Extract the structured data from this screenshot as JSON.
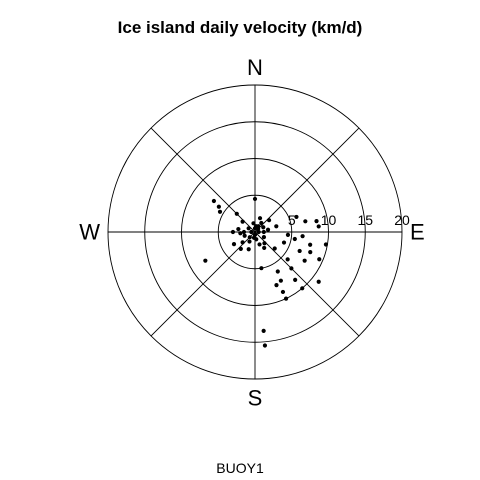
{
  "chart_data": {
    "type": "scatter",
    "title": "Ice island daily velocity (km/d)",
    "xlabel": "BUOY1",
    "ylabel": "",
    "coordinate_system": "polar",
    "radial_axis": {
      "min": 0,
      "max": 20,
      "ticks": [
        "5",
        "10",
        "15",
        "20"
      ]
    },
    "angle_unit": "compass degrees (0 = N, clockwise)",
    "compass_labels": {
      "north": "N",
      "east": "E",
      "south": "S",
      "west": "W"
    },
    "spoke_angles": [
      0,
      45,
      90,
      135,
      180,
      225,
      270,
      315
    ],
    "grid": true,
    "marker_color": "#000000",
    "points": [
      {
        "dir": 0,
        "speed": 4.5
      },
      {
        "dir": 20,
        "speed": 2.0
      },
      {
        "dir": 35,
        "speed": 1.5
      },
      {
        "dir": 350,
        "speed": 1.2
      },
      {
        "dir": 10,
        "speed": 0.8
      },
      {
        "dir": 300,
        "speed": 1.0
      },
      {
        "dir": 310,
        "speed": 2.2
      },
      {
        "dir": 315,
        "speed": 3.5
      },
      {
        "dir": 305,
        "speed": 6.0
      },
      {
        "dir": 307,
        "speed": 7.0
      },
      {
        "dir": 300,
        "speed": 5.5
      },
      {
        "dir": 280,
        "speed": 2.3
      },
      {
        "dir": 270,
        "speed": 1.5
      },
      {
        "dir": 270,
        "speed": 3.0
      },
      {
        "dir": 265,
        "speed": 2.0
      },
      {
        "dir": 250,
        "speed": 1.5
      },
      {
        "dir": 225,
        "speed": 1.0
      },
      {
        "dir": 210,
        "speed": 1.5
      },
      {
        "dir": 200,
        "speed": 2.5
      },
      {
        "dir": 230,
        "speed": 2.2
      },
      {
        "dir": 240,
        "speed": 3.3
      },
      {
        "dir": 220,
        "speed": 3.0
      },
      {
        "dir": 190,
        "speed": 0.8
      },
      {
        "dir": 170,
        "speed": 1.0
      },
      {
        "dir": 160,
        "speed": 1.8
      },
      {
        "dir": 150,
        "speed": 2.5
      },
      {
        "dir": 140,
        "speed": 2.0
      },
      {
        "dir": 130,
        "speed": 3.5
      },
      {
        "dir": 120,
        "speed": 1.4
      },
      {
        "dir": 110,
        "speed": 4.2
      },
      {
        "dir": 100,
        "speed": 5.5
      },
      {
        "dir": 95,
        "speed": 4.5
      },
      {
        "dir": 90,
        "speed": 1.2
      },
      {
        "dir": 80,
        "speed": 1.8
      },
      {
        "dir": 75,
        "speed": 3.0
      },
      {
        "dir": 70,
        "speed": 6.0
      },
      {
        "dir": 60,
        "speed": 1.3
      },
      {
        "dir": 50,
        "speed": 2.5
      },
      {
        "dir": 45,
        "speed": 0.6
      },
      {
        "dir": 30,
        "speed": 0.9
      },
      {
        "dir": 0,
        "speed": 0.5
      },
      {
        "dir": 180,
        "speed": 0.4
      },
      {
        "dir": 90,
        "speed": 0.5
      },
      {
        "dir": 270,
        "speed": 0.5
      },
      {
        "dir": 100,
        "speed": 9.8
      },
      {
        "dir": 103,
        "speed": 7.7
      },
      {
        "dir": 110,
        "speed": 8.0
      },
      {
        "dir": 113,
        "speed": 6.6
      },
      {
        "dir": 113,
        "speed": 9.5
      },
      {
        "dir": 120,
        "speed": 7.8
      },
      {
        "dir": 85,
        "speed": 8.7
      },
      {
        "dir": 78,
        "speed": 7.0
      },
      {
        "dir": 80,
        "speed": 8.5
      },
      {
        "dir": 95,
        "speed": 6.5
      },
      {
        "dir": 130,
        "speed": 5.8
      },
      {
        "dir": 135,
        "speed": 7.0
      },
      {
        "dir": 140,
        "speed": 8.5
      },
      {
        "dir": 150,
        "speed": 6.2
      },
      {
        "dir": 152,
        "speed": 7.5
      },
      {
        "dir": 155,
        "speed": 9.0
      },
      {
        "dir": 158,
        "speed": 7.8
      },
      {
        "dir": 155,
        "speed": 10.0
      },
      {
        "dir": 140,
        "speed": 10.0
      },
      {
        "dir": 170,
        "speed": 5.0
      },
      {
        "dir": 175,
        "speed": 13.5
      },
      {
        "dir": 175,
        "speed": 15.5
      },
      {
        "dir": 240,
        "speed": 7.8
      },
      {
        "dir": 128,
        "speed": 11.0
      }
    ]
  },
  "page": {
    "title": "Ice island daily velocity (km/d)",
    "caption": "BUOY1"
  }
}
